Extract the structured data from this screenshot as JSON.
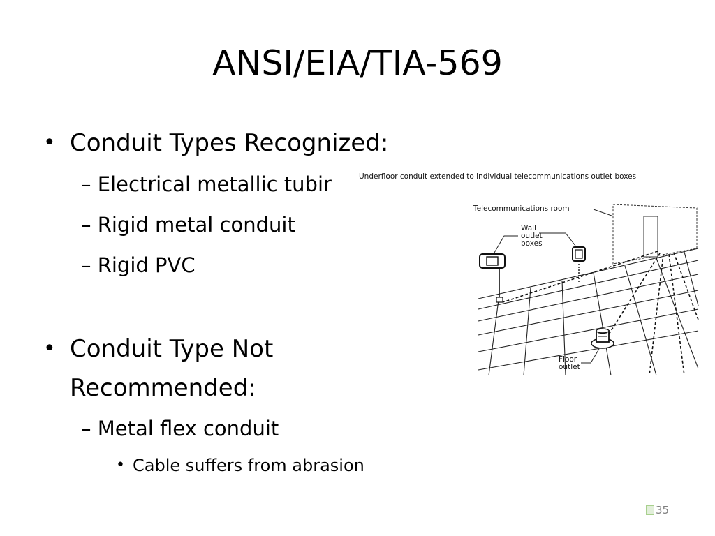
{
  "slide": {
    "title": "ANSI/EIA/TIA-569",
    "page_number": "35"
  },
  "content": {
    "heading1": "Conduit Types Recognized:",
    "items1": [
      "– Electrical metallic tubir",
      "– Rigid metal conduit",
      "– Rigid PVC"
    ],
    "heading2_line1": "Conduit Type Not",
    "heading2_line2": "Recommended:",
    "items2": [
      "– Metal flex conduit"
    ],
    "sub_items2": [
      "Cable suffers from abrasion"
    ],
    "bullet": "•"
  },
  "figure": {
    "caption": "Underfloor conduit extended to individual telecommunications outlet boxes",
    "label_room": "Telecommunications room",
    "label_wall_1": "Wall",
    "label_wall_2": "outlet",
    "label_wall_3": "boxes",
    "label_floor_1": "Floor",
    "label_floor_2": "outlet"
  }
}
